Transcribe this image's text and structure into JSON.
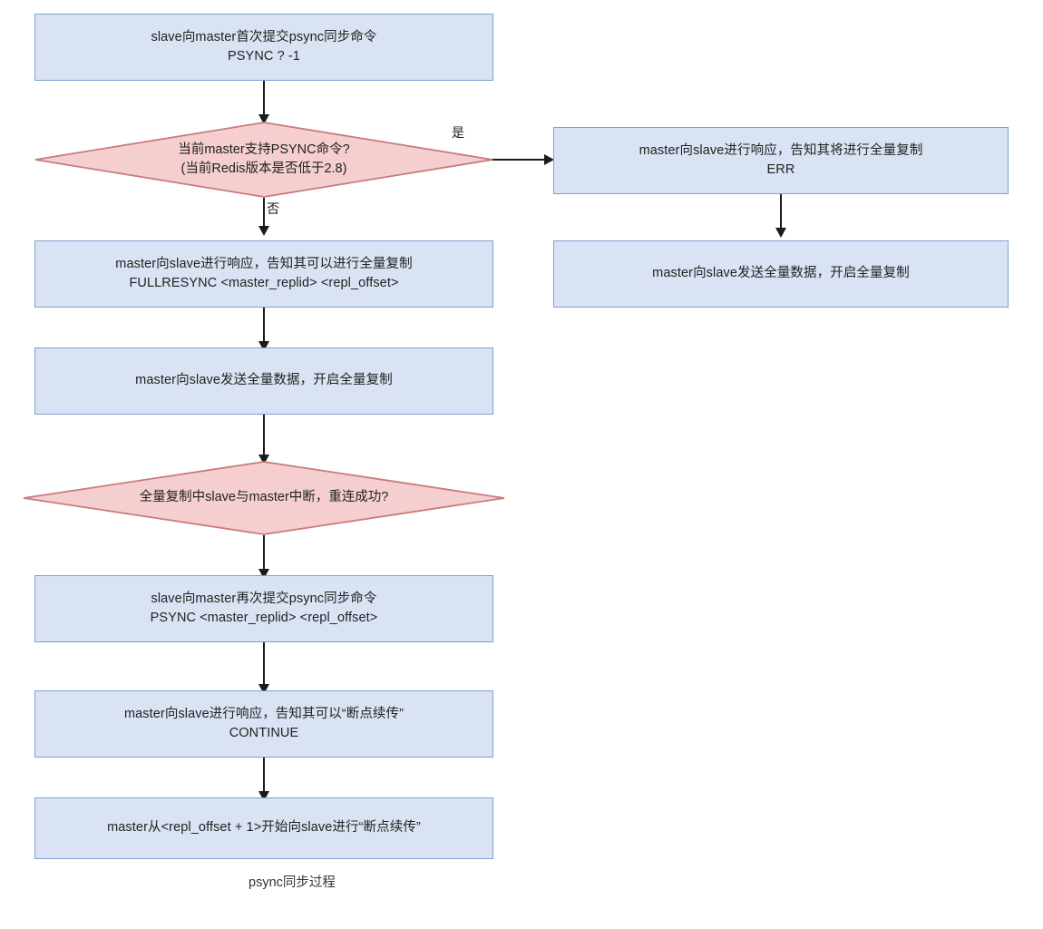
{
  "diagram": {
    "caption": "psync同步过程",
    "colors": {
      "process_fill": "#dae3f3",
      "process_stroke": "#7f9fd0",
      "decision_fill": "#f5cfcf",
      "decision_stroke": "#c97b7b",
      "edge": "#1b1b1b",
      "text": "#222222",
      "background": "#ffffff"
    },
    "nodes": {
      "n1_first_psync": {
        "type": "process",
        "text": "slave向master首次提交psync同步命令\nPSYNC ?   -1"
      },
      "n2_support_psync": {
        "type": "decision",
        "text": "当前master支持PSYNC命令?\n(当前Redis版本是否低于2.8)"
      },
      "n3_err_response": {
        "type": "process",
        "text": "master向slave进行响应，告知其将进行全量复制\nERR"
      },
      "n4_full_data_right": {
        "type": "process",
        "text": "master向slave发送全量数据，开启全量复制"
      },
      "n5_fullresync_response": {
        "type": "process",
        "text": "master向slave进行响应，告知其可以进行全量复制\nFULLRESYNC <master_replid> <repl_offset>"
      },
      "n6_full_data_left": {
        "type": "process",
        "text": "master向slave发送全量数据，开启全量复制"
      },
      "n7_reconnect": {
        "type": "decision",
        "text": "全量复制中slave与master中断，重连成功?"
      },
      "n8_second_psync": {
        "type": "process",
        "text": "slave向master再次提交psync同步命令\nPSYNC <master_replid> <repl_offset>"
      },
      "n9_continue_response": {
        "type": "process",
        "text": "master向slave进行响应，告知其可以“断点续传”\nCONTINUE"
      },
      "n10_resume_transfer": {
        "type": "process",
        "text": "master从<repl_offset + 1>开始向slave进行“断点续传”"
      }
    },
    "edge_labels": {
      "yes": "是",
      "no": "否"
    }
  }
}
